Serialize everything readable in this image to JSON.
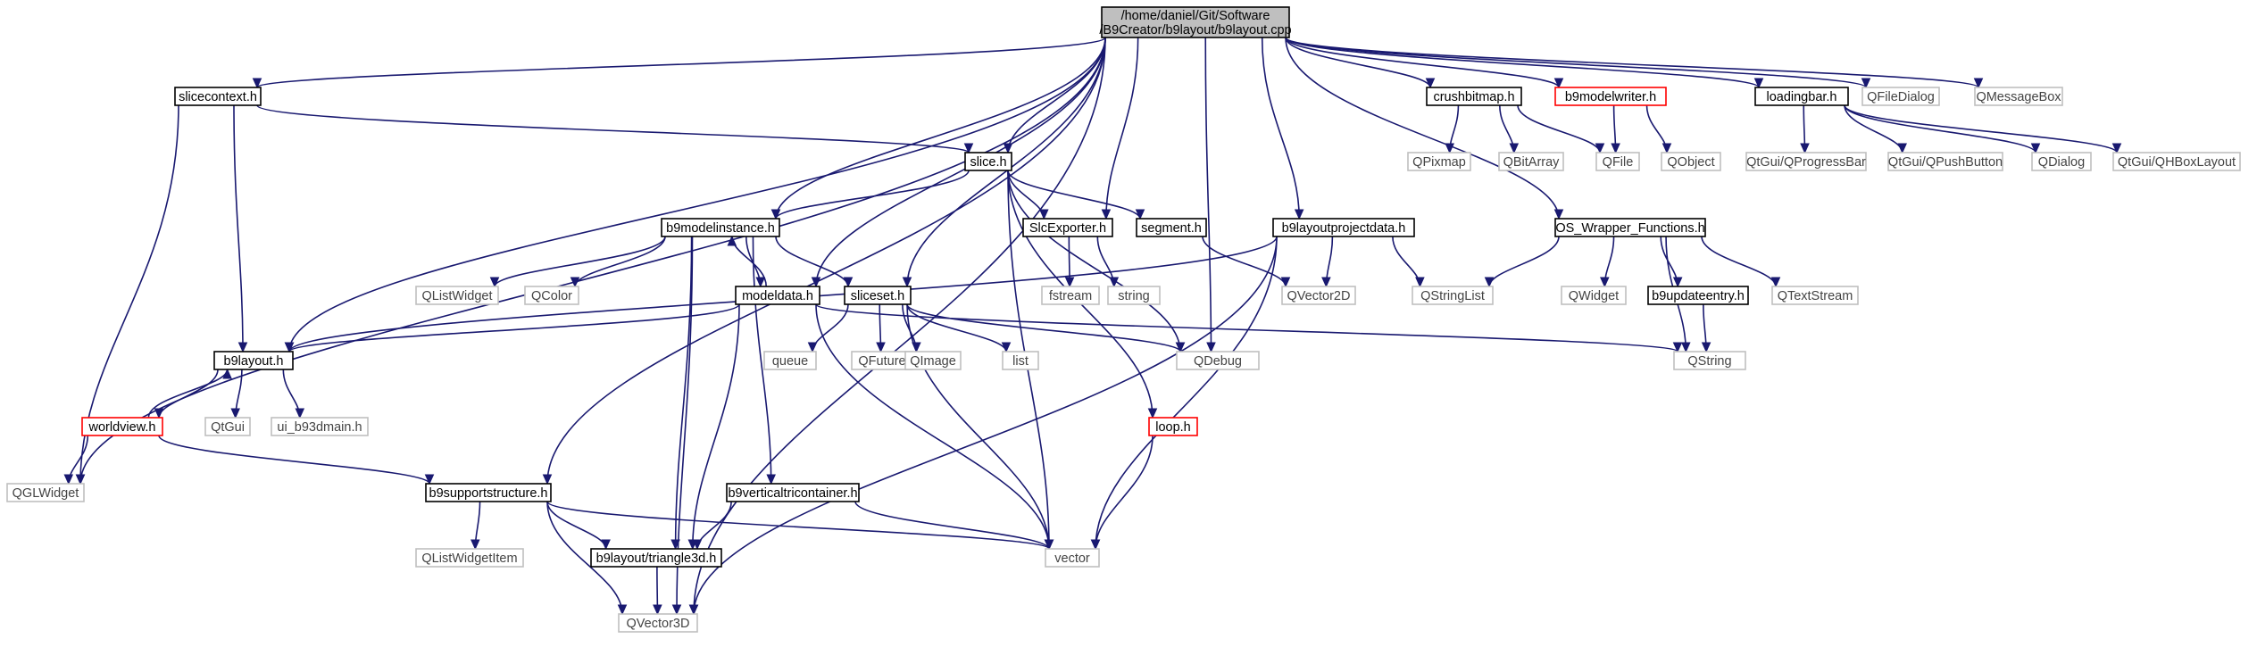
{
  "colors": {
    "edge": "#191970",
    "normal_border": "#000000",
    "normal_fill": "#ffffff",
    "normal_text": "#000000",
    "root_fill": "#bfbfbf",
    "root_border": "#000000",
    "truncated_border": "#ff0000",
    "external_border": "#bfbfbf",
    "external_text": "#444444"
  },
  "nodes": [
    {
      "id": "root",
      "lines": [
        "/home/daniel/Git/Software",
        "/B9Creator/b9layout/b9layout.cpp"
      ],
      "kind": "root"
    },
    {
      "id": "slicecontext",
      "lines": [
        "slicecontext.h"
      ],
      "kind": "normal"
    },
    {
      "id": "crushbitmap",
      "lines": [
        "crushbitmap.h"
      ],
      "kind": "normal"
    },
    {
      "id": "b9modelwriter",
      "lines": [
        "b9modelwriter.h"
      ],
      "kind": "truncated"
    },
    {
      "id": "loadingbar",
      "lines": [
        "loadingbar.h"
      ],
      "kind": "normal"
    },
    {
      "id": "qfiledialog",
      "lines": [
        "QFileDialog"
      ],
      "kind": "external"
    },
    {
      "id": "qmessagebox",
      "lines": [
        "QMessageBox"
      ],
      "kind": "external"
    },
    {
      "id": "slice",
      "lines": [
        "slice.h"
      ],
      "kind": "normal"
    },
    {
      "id": "qpixmap",
      "lines": [
        "QPixmap"
      ],
      "kind": "external"
    },
    {
      "id": "qbitarray",
      "lines": [
        "QBitArray"
      ],
      "kind": "external"
    },
    {
      "id": "qfile",
      "lines": [
        "QFile"
      ],
      "kind": "external"
    },
    {
      "id": "qobject",
      "lines": [
        "QObject"
      ],
      "kind": "external"
    },
    {
      "id": "qprogressbar",
      "lines": [
        "QtGui/QProgressBar"
      ],
      "kind": "external"
    },
    {
      "id": "qpushbutton",
      "lines": [
        "QtGui/QPushButton"
      ],
      "kind": "external"
    },
    {
      "id": "qdialog",
      "lines": [
        "QDialog"
      ],
      "kind": "external"
    },
    {
      "id": "qhboxlayout",
      "lines": [
        "QtGui/QHBoxLayout"
      ],
      "kind": "external"
    },
    {
      "id": "b9modelinstance",
      "lines": [
        "b9modelinstance.h"
      ],
      "kind": "normal"
    },
    {
      "id": "slcexporter",
      "lines": [
        "SlcExporter.h"
      ],
      "kind": "normal"
    },
    {
      "id": "segment",
      "lines": [
        "segment.h"
      ],
      "kind": "normal"
    },
    {
      "id": "b9layoutprojectdata",
      "lines": [
        "b9layoutprojectdata.h"
      ],
      "kind": "normal"
    },
    {
      "id": "oswrapper",
      "lines": [
        "OS_Wrapper_Functions.h"
      ],
      "kind": "normal"
    },
    {
      "id": "qlistwidget",
      "lines": [
        "QListWidget"
      ],
      "kind": "external"
    },
    {
      "id": "qcolor",
      "lines": [
        "QColor"
      ],
      "kind": "external"
    },
    {
      "id": "modeldata",
      "lines": [
        "modeldata.h"
      ],
      "kind": "normal"
    },
    {
      "id": "sliceset",
      "lines": [
        "sliceset.h"
      ],
      "kind": "normal"
    },
    {
      "id": "fstream",
      "lines": [
        "fstream"
      ],
      "kind": "external"
    },
    {
      "id": "string",
      "lines": [
        "string"
      ],
      "kind": "external"
    },
    {
      "id": "qvector2d",
      "lines": [
        "QVector2D"
      ],
      "kind": "external"
    },
    {
      "id": "qstringlist",
      "lines": [
        "QStringList"
      ],
      "kind": "external"
    },
    {
      "id": "qwidget",
      "lines": [
        "QWidget"
      ],
      "kind": "external"
    },
    {
      "id": "b9updateentry",
      "lines": [
        "b9updateentry.h"
      ],
      "kind": "normal"
    },
    {
      "id": "qtextstream",
      "lines": [
        "QTextStream"
      ],
      "kind": "external"
    },
    {
      "id": "b9layout",
      "lines": [
        "b9layout.h"
      ],
      "kind": "normal"
    },
    {
      "id": "queue",
      "lines": [
        "queue"
      ],
      "kind": "external"
    },
    {
      "id": "qfuture",
      "lines": [
        "QFuture"
      ],
      "kind": "external"
    },
    {
      "id": "qimage",
      "lines": [
        "QImage"
      ],
      "kind": "external"
    },
    {
      "id": "list",
      "lines": [
        "list"
      ],
      "kind": "external"
    },
    {
      "id": "qdebug",
      "lines": [
        "QDebug"
      ],
      "kind": "external"
    },
    {
      "id": "qstring",
      "lines": [
        "QString"
      ],
      "kind": "external"
    },
    {
      "id": "worldview",
      "lines": [
        "worldview.h"
      ],
      "kind": "truncated"
    },
    {
      "id": "qtgui",
      "lines": [
        "QtGui"
      ],
      "kind": "external"
    },
    {
      "id": "uib93dmain",
      "lines": [
        "ui_b93dmain.h"
      ],
      "kind": "external"
    },
    {
      "id": "loop",
      "lines": [
        "loop.h"
      ],
      "kind": "truncated"
    },
    {
      "id": "qglwidget",
      "lines": [
        "QGLWidget"
      ],
      "kind": "external"
    },
    {
      "id": "b9supportstructure",
      "lines": [
        "b9supportstructure.h"
      ],
      "kind": "normal"
    },
    {
      "id": "b9verticaltricontainer",
      "lines": [
        "b9verticaltricontainer.h"
      ],
      "kind": "normal"
    },
    {
      "id": "qlistwidgetitem",
      "lines": [
        "QListWidgetItem"
      ],
      "kind": "external"
    },
    {
      "id": "triangle3d",
      "lines": [
        "b9layout/triangle3d.h"
      ],
      "kind": "normal"
    },
    {
      "id": "vector",
      "lines": [
        "vector"
      ],
      "kind": "external"
    },
    {
      "id": "qvector3d",
      "lines": [
        "QVector3D"
      ],
      "kind": "external"
    }
  ]
}
